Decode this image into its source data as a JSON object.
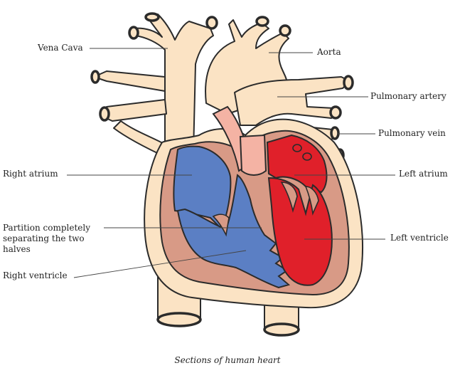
{
  "labels": {
    "vena_cava": "Vena Cava",
    "aorta": "Aorta",
    "pulmonary_artery": "Pulmonary artery",
    "pulmonary_vein": "Pulmonary vein",
    "right_atrium": "Right atrium",
    "left_atrium": "Left atrium",
    "partition": "Partition completely separating the two halves",
    "left_ventricle": "Left ventricle",
    "right_ventricle": "Right ventricle"
  },
  "caption": "Sections of human heart",
  "colors": {
    "vessel_fill": "#fbe3c4",
    "outline": "#2b2b2b",
    "muscle": "#d89a86",
    "deoxygenated_blood": "#5b7fc4",
    "oxygenated_blood": "#e0202a",
    "pulmonary_trunk_inner": "#f4b3a4"
  }
}
